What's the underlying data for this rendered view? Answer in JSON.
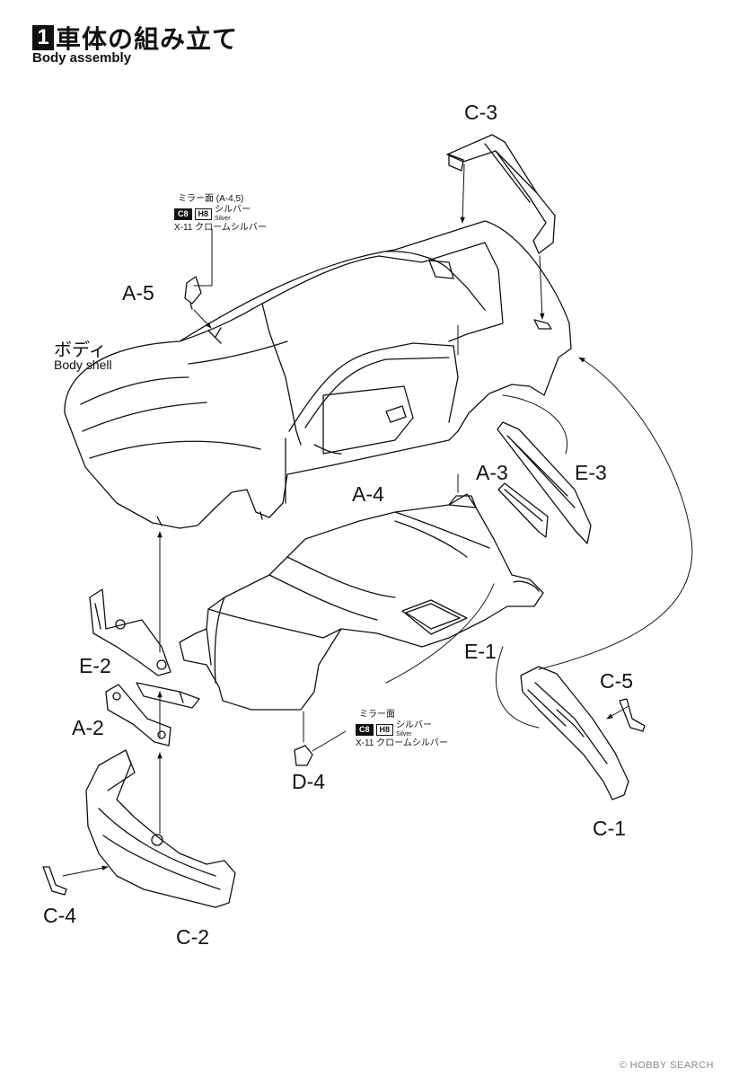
{
  "step": {
    "number": "1",
    "title": "車体の組み立て",
    "subtitle": "Body assembly"
  },
  "parts": {
    "c3": "C-3",
    "a5": "A-5",
    "body_jp": "ボディ",
    "body_en": "Body shell",
    "a3": "A-3",
    "e3": "E-3",
    "a4": "A-4",
    "e2": "E-2",
    "e1": "E-1",
    "a2": "A-2",
    "c5": "C-5",
    "d4": "D-4",
    "c1": "C-1",
    "c4": "C-4",
    "c2": "C-2"
  },
  "paint_a": {
    "header": "ミラー面 (A-4,5)",
    "code1": "C8",
    "code2": "H8",
    "name_jp": "シルバー",
    "name_en": "Silver",
    "line2": "X-11 クロームシルバー"
  },
  "paint_d": {
    "header": "ミラー面",
    "code1": "C8",
    "code2": "H8",
    "name_jp": "シルバー",
    "name_en": "Silver",
    "line2": "X-11 クロームシルバー"
  },
  "watermark": "© HOBBY SEARCH"
}
